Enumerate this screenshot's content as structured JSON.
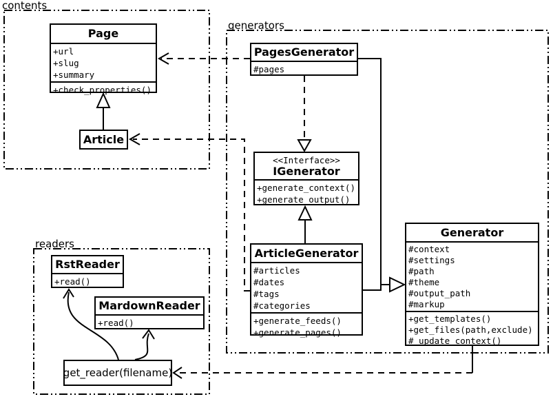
{
  "packages": {
    "contents": "contents",
    "generators": "generators",
    "readers": "readers"
  },
  "classes": {
    "page": {
      "name": "Page",
      "attrs": [
        "+url",
        "+slug",
        "+summary"
      ],
      "methods": [
        "+check_properties()"
      ]
    },
    "article": {
      "name": "Article"
    },
    "pages_generator": {
      "name": "PagesGenerator",
      "attrs": [
        "#pages"
      ]
    },
    "igenerator": {
      "stereotype": "<<Interface>>",
      "name": "IGenerator",
      "methods": [
        "+generate_context()",
        "+generate_output()"
      ]
    },
    "article_generator": {
      "name": "ArticleGenerator",
      "attrs": [
        "#articles",
        "#dates",
        "#tags",
        "#categories"
      ],
      "methods": [
        "+generate_feeds()",
        "+generate_pages()"
      ]
    },
    "generator": {
      "name": "Generator",
      "attrs": [
        "#context",
        "#settings",
        "#path",
        "#theme",
        "#output_path",
        "#markup"
      ],
      "methods": [
        "+get_templates()",
        "+get_files(path,exclude)",
        "#_update_context()"
      ]
    },
    "rst_reader": {
      "name": "RstReader",
      "methods": [
        "+read()"
      ]
    },
    "mardown_reader": {
      "name": "MardownReader",
      "methods": [
        "+read()"
      ]
    },
    "get_reader": {
      "name": "get_reader(filename)"
    }
  },
  "colors": {
    "line": "#000000",
    "background": "#ffffff"
  }
}
